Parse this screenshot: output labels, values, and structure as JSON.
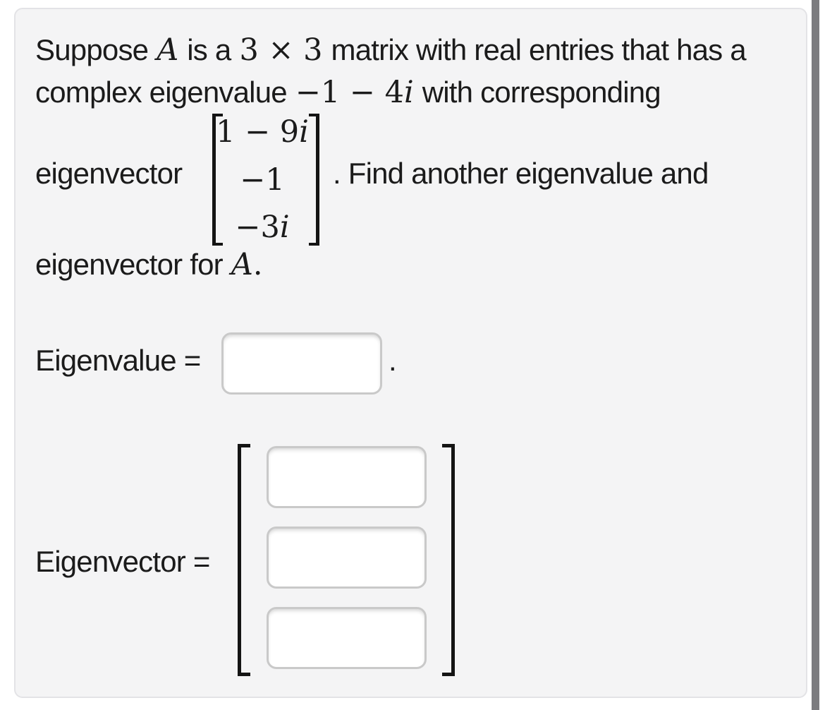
{
  "colors": {
    "page_background": "#ffffff",
    "card_background": "#f4f4f5",
    "card_border": "#e3e3e6",
    "text": "#1b1b1b",
    "input_border": "#c9c9c9",
    "bracket": "#141414",
    "scrollbar_thumb": "#7c7c7f"
  },
  "problem": {
    "line1": {
      "pre": "Suppose",
      "matrix_var": "A",
      "mid": "is a",
      "dimensions": "3 × 3",
      "post": "matrix with real entries that has a"
    },
    "line2": {
      "pre": "complex eigenvalue",
      "eigenvalue": "−1 − 4i",
      "post": "with corresponding"
    },
    "line3": {
      "pre": "eigenvector",
      "post": ". Find another eigenvalue and"
    },
    "matrix": {
      "entries": [
        "1 − 9i",
        "−1",
        "−3i"
      ]
    },
    "line4": {
      "pre": "eigenvector for",
      "matrix_var_period": "A."
    }
  },
  "answer_eigenvalue": {
    "label": "Eigenvalue =",
    "input_value": "",
    "input_placeholder": "",
    "period": "."
  },
  "answer_eigenvector": {
    "label": "Eigenvector =",
    "inputs": [
      {
        "value": "",
        "placeholder": ""
      },
      {
        "value": "",
        "placeholder": ""
      },
      {
        "value": "",
        "placeholder": ""
      }
    ]
  }
}
